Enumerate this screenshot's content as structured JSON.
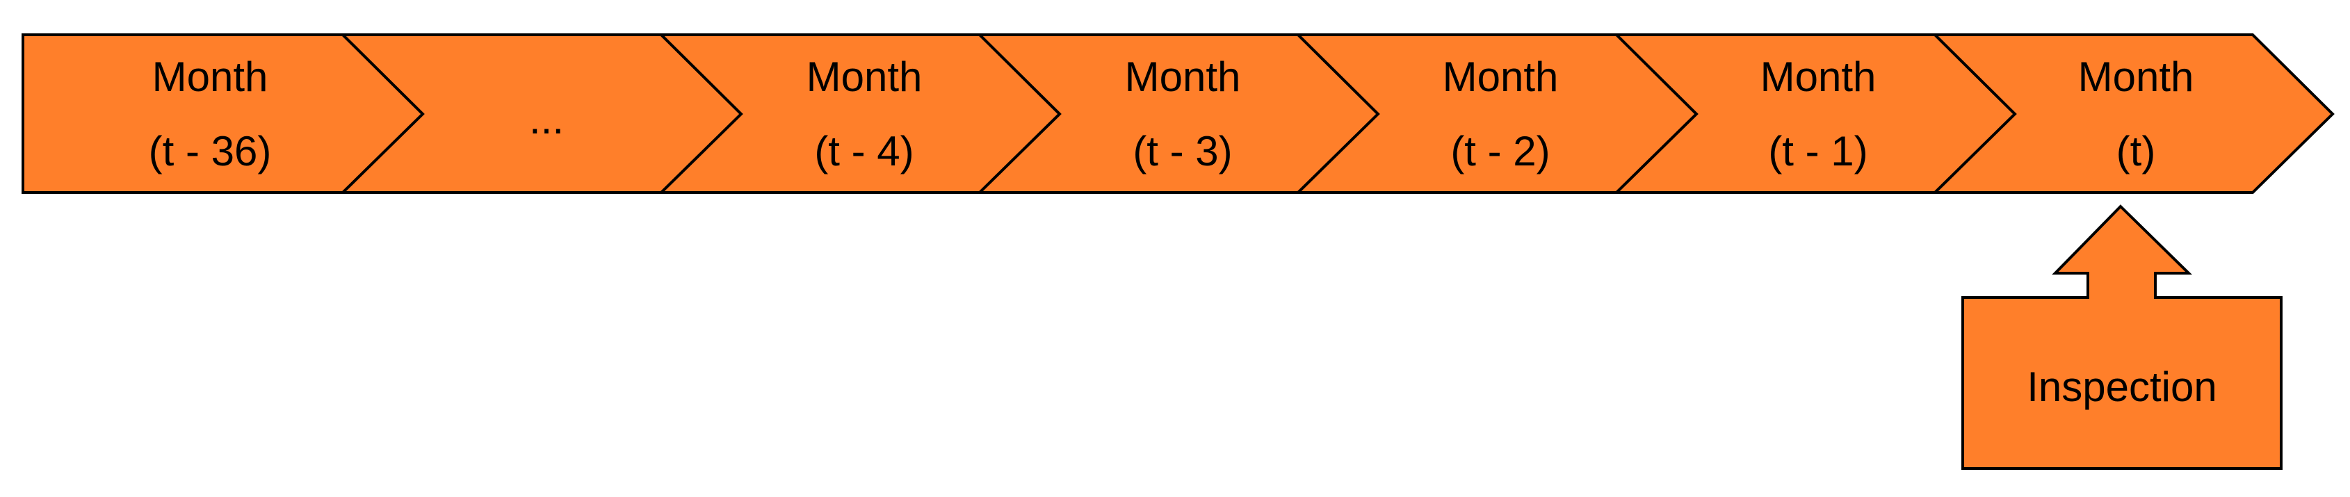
{
  "colors": {
    "fill": "#FF7F2A",
    "stroke": "#000000",
    "text": "#000000"
  },
  "timeline": [
    {
      "line1": "Month",
      "line2": "(t - 36)"
    },
    {
      "line1": "",
      "line2": "..."
    },
    {
      "line1": "Month",
      "line2": "(t - 4)"
    },
    {
      "line1": "Month",
      "line2": "(t - 3)"
    },
    {
      "line1": "Month",
      "line2": "(t - 2)"
    },
    {
      "line1": "Month",
      "line2": "(t - 1)"
    },
    {
      "line1": "Month",
      "line2": "(t)"
    }
  ],
  "callout": {
    "label": "Inspection"
  }
}
